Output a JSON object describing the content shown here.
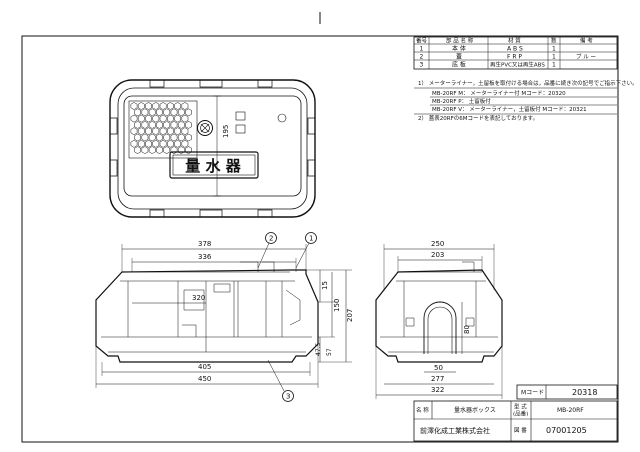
{
  "parts_table": {
    "headers": [
      "番号",
      "部 品 名 称",
      "材 質",
      "数",
      "備 考"
    ],
    "rows": [
      [
        "1",
        "本 体",
        "A B S",
        "1",
        ""
      ],
      [
        "2",
        "蓋",
        "F R P",
        "1",
        "ブ ル ー"
      ],
      [
        "3",
        "底 板",
        "再生PVC又は再生ABS",
        "1",
        ""
      ]
    ]
  },
  "notes": {
    "n1": "1） メーターライナー，土留板を取付ける場合は，品番に続き次の記号でご指示下さい。",
    "r1": "MB-20RF M： メーターライナー付        Mコード：20320",
    "r2": "MB-20RF P： 土留板付",
    "r3": "MB-20RF V： メーターライナー，土留板付   Mコード：20321",
    "n2": "2） 蓋表20RFの6Mコードを表記しております。"
  },
  "lid": {
    "text": "量 水 器",
    "dim_195": "195"
  },
  "front_view": {
    "dims": {
      "d378": "378",
      "d336": "336",
      "d320": "320",
      "d405": "405",
      "d450": "450",
      "d15": "15",
      "d150": "150",
      "d207": "207",
      "d47_5": "47.5",
      "d57": "57"
    },
    "callouts": [
      "1",
      "2",
      "3"
    ]
  },
  "side_view": {
    "dims": {
      "d250": "250",
      "d203": "203",
      "d80": "80",
      "d50": "50",
      "d277": "277",
      "d322": "322"
    }
  },
  "title_block": {
    "mcode_label": "Mコード",
    "mcode_value": "20318",
    "name_label": "名 称",
    "name_value": "量水器ボックス",
    "model_label_1": "型 式",
    "model_label_2": "(品番)",
    "model_value": "MB-20RF",
    "company": "前澤化成工業株式会社",
    "drawing_label": "図 番",
    "drawing_value": "07001205"
  }
}
